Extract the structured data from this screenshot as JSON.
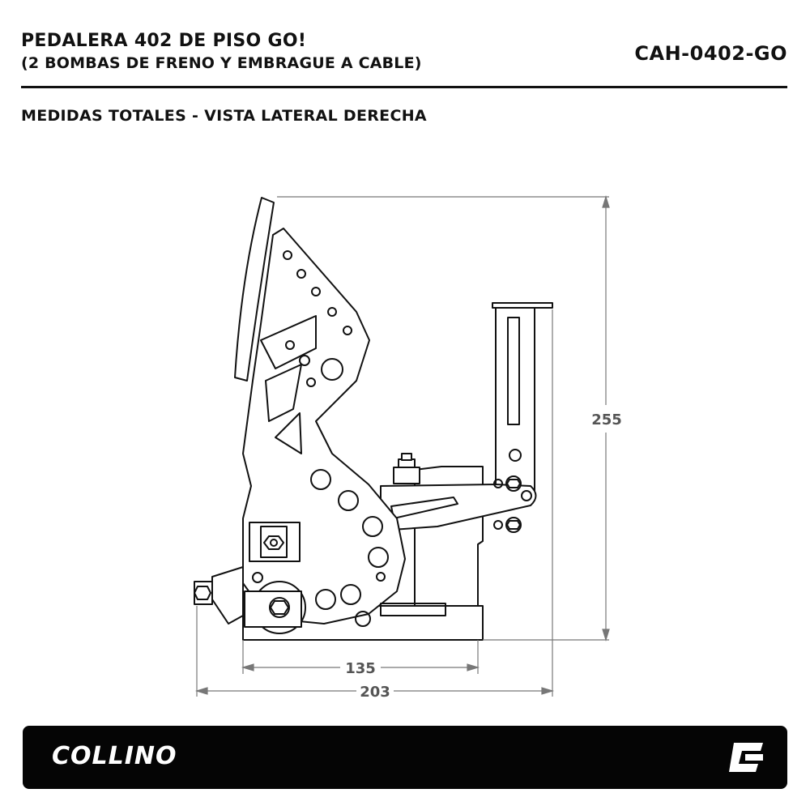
{
  "header": {
    "title": "PEDALERA 402 DE PISO GO!",
    "subtitle": "(2 BOMBAS DE FRENO Y EMBRAGUE A CABLE)",
    "code": "CAH-0402-GO"
  },
  "section_title": "MEDIDAS TOTALES - VISTA LATERAL DERECHA",
  "dimensions": {
    "height": "255",
    "base_width": "135",
    "total_width": "203"
  },
  "footer": {
    "brand": "COLLINO"
  },
  "colors": {
    "ink": "#111111",
    "dimension": "#555555",
    "footer_bg": "#050505"
  }
}
